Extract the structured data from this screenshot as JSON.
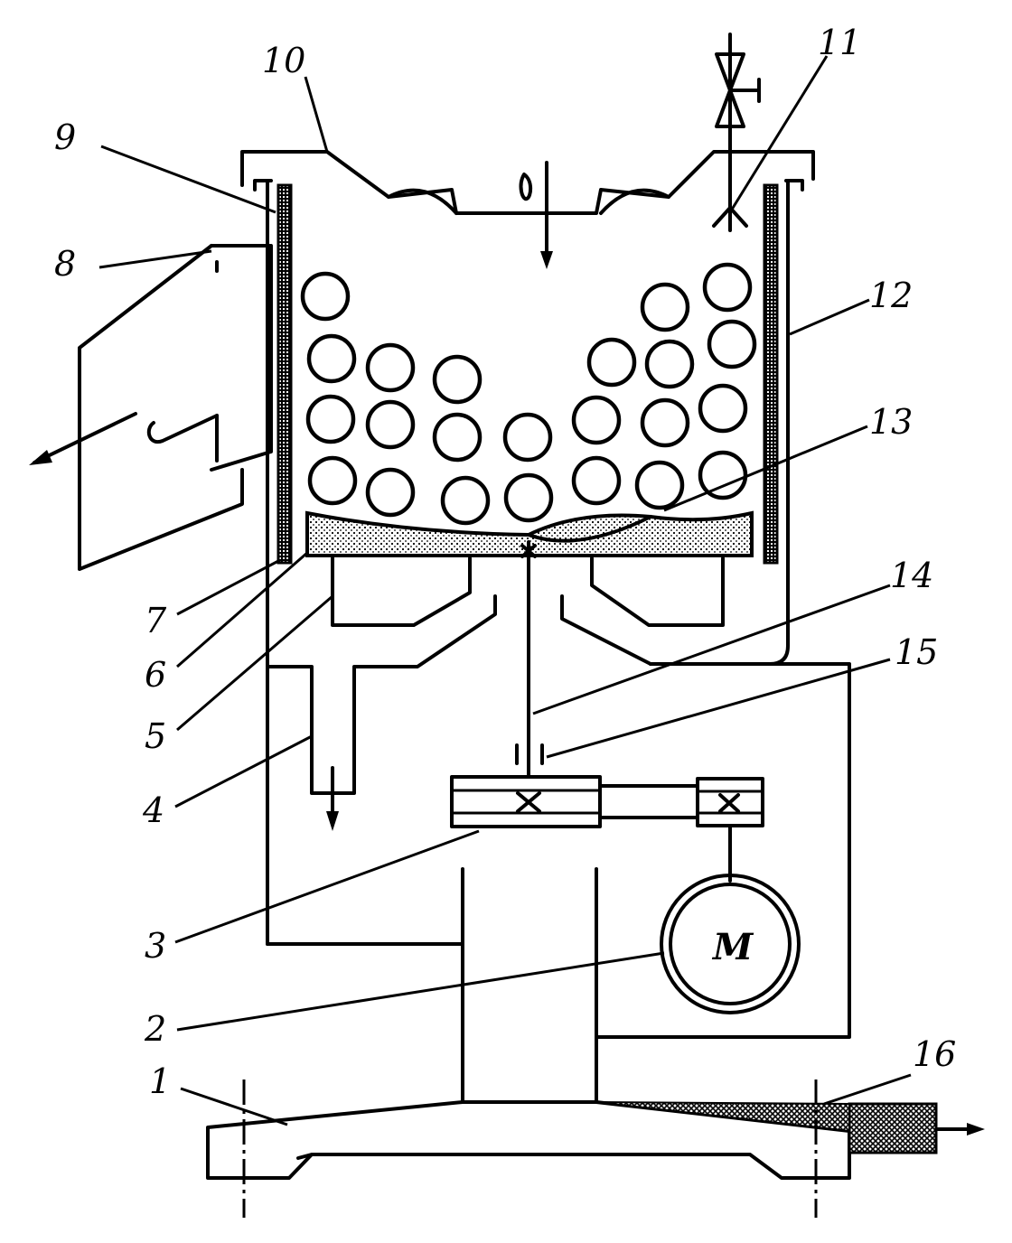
{
  "labels": {
    "l1": "1",
    "l2": "2",
    "l3": "3",
    "l4": "4",
    "l5": "5",
    "l6": "6",
    "l7": "7",
    "l8": "8",
    "l9": "9",
    "l10": "10",
    "l11": "11",
    "l12": "12",
    "l13": "13",
    "l14": "14",
    "l15": "15",
    "l16": "16"
  },
  "motor": {
    "symbol": "M"
  },
  "colors": {
    "line": "#000000",
    "background": "#ffffff"
  }
}
